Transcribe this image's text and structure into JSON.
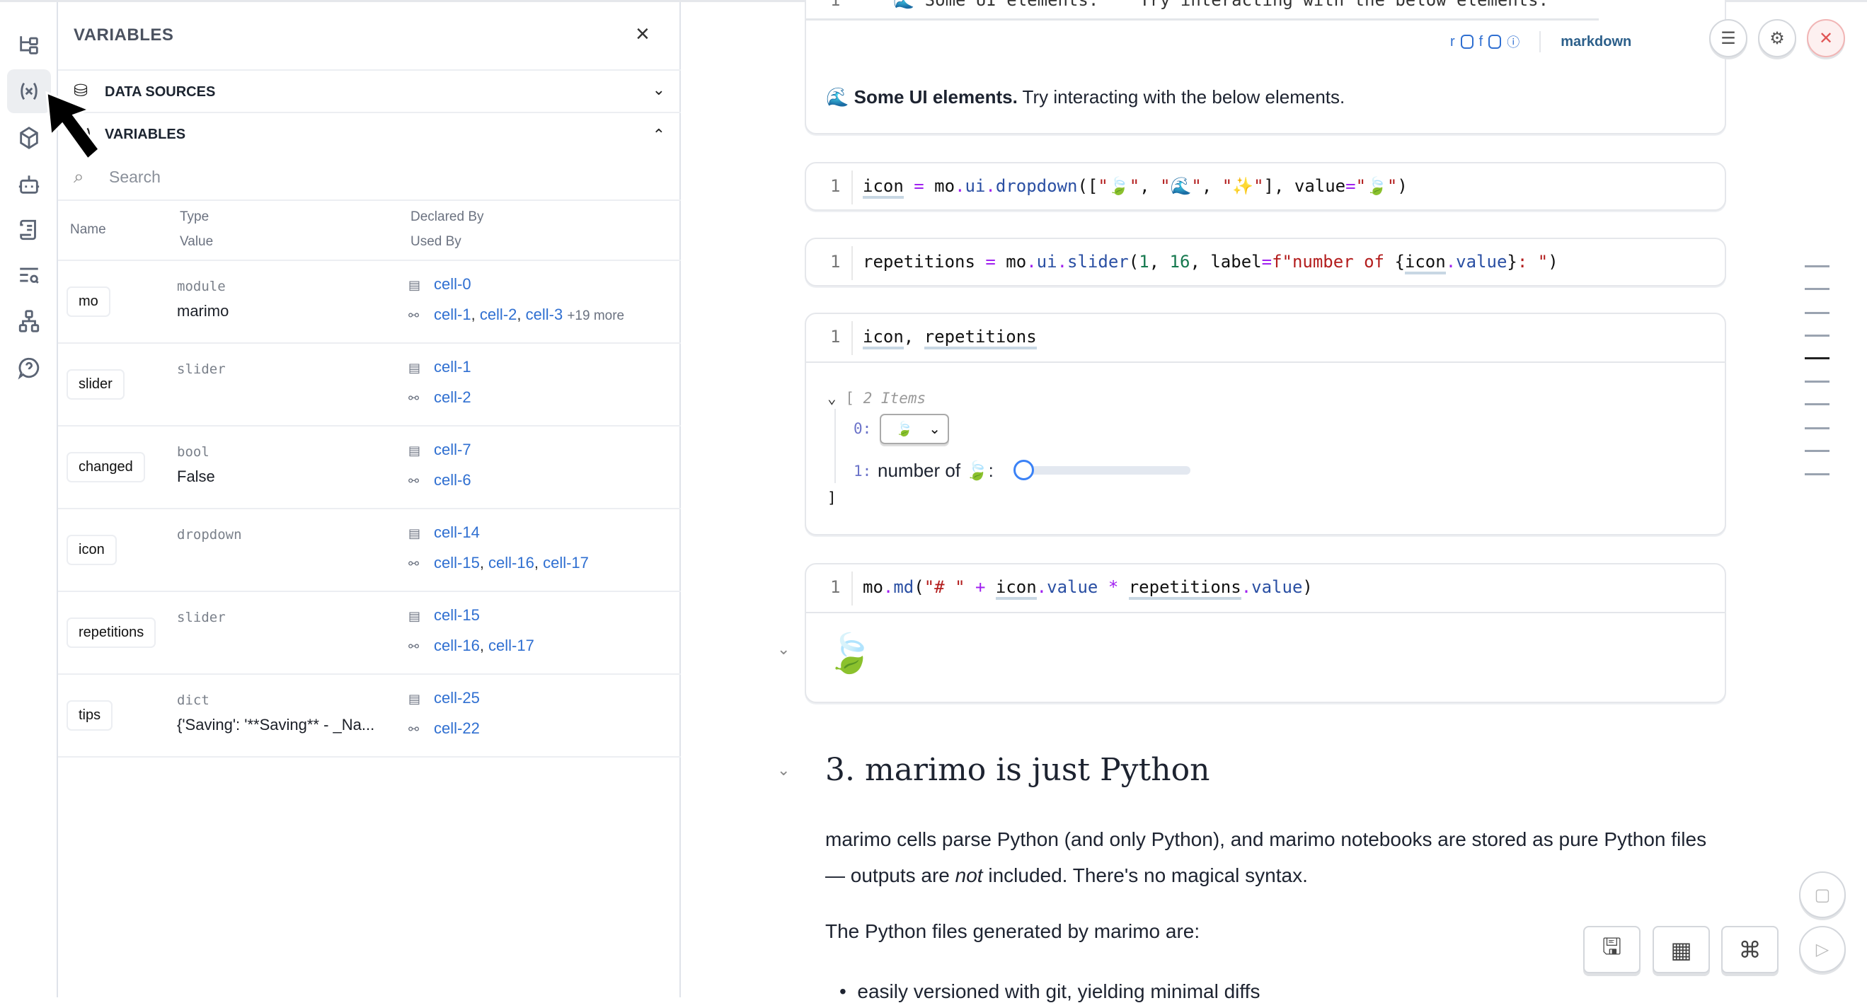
{
  "panel": {
    "title": "VARIABLES",
    "data_sources_label": "DATA SOURCES",
    "variables_label": "VARIABLES",
    "search_placeholder": "Search",
    "columns": {
      "name": "Name",
      "type": "Type",
      "value": "Value",
      "declared_by": "Declared By",
      "used_by": "Used By"
    },
    "rows": [
      {
        "name": "mo",
        "type": "module",
        "value": "marimo",
        "declared_by": [
          "cell-0"
        ],
        "used_by": [
          "cell-1",
          "cell-2",
          "cell-3"
        ],
        "more": "+19 more"
      },
      {
        "name": "slider",
        "type": "slider",
        "value": "",
        "declared_by": [
          "cell-1"
        ],
        "used_by": [
          "cell-2"
        ],
        "more": ""
      },
      {
        "name": "changed",
        "type": "bool",
        "value": "False",
        "declared_by": [
          "cell-7"
        ],
        "used_by": [
          "cell-6"
        ],
        "more": ""
      },
      {
        "name": "icon",
        "type": "dropdown",
        "value": "",
        "declared_by": [
          "cell-14"
        ],
        "used_by": [
          "cell-15",
          "cell-16",
          "cell-17"
        ],
        "more": ""
      },
      {
        "name": "repetitions",
        "type": "slider",
        "value": "",
        "declared_by": [
          "cell-15"
        ],
        "used_by": [
          "cell-16",
          "cell-17"
        ],
        "more": ""
      },
      {
        "name": "tips",
        "type": "dict",
        "value": "{'Saving': '**Saving** - _Na...",
        "declared_by": [
          "cell-25"
        ],
        "used_by": [
          "cell-22"
        ],
        "more": ""
      }
    ]
  },
  "activity_icons": [
    "file-tree-icon",
    "variables-icon",
    "package-icon",
    "ai-bot-icon",
    "logs-scroll-icon",
    "search-list-icon",
    "dependency-graph-icon",
    "help-icon"
  ],
  "notebook": {
    "top_cell": {
      "code_partial": "\"\"\"🌊 Some UI elements.\"\"\" Try interacting with the below elements.",
      "toolbar_flags": [
        "r",
        "f"
      ],
      "language": "markdown",
      "output_bold": "🌊 Some UI elements.",
      "output_rest": " Try interacting with the below elements."
    },
    "cells": [
      {
        "tokens": [
          [
            "icon",
            "ref0"
          ],
          [
            " ",
            ""
          ],
          [
            "=",
            "op"
          ],
          [
            " mo",
            ""
          ],
          [
            ".",
            "op"
          ],
          [
            "ui",
            "attr"
          ],
          [
            ".",
            "op"
          ],
          [
            "dropdown",
            "attr"
          ],
          [
            "([",
            ""
          ],
          [
            "\"🍃\"",
            "str"
          ],
          [
            ", ",
            ""
          ],
          [
            "\"🌊\"",
            "str"
          ],
          [
            ", ",
            ""
          ],
          [
            "\"✨\"",
            "str"
          ],
          [
            "], value",
            ""
          ],
          [
            "=",
            "op"
          ],
          [
            "\"🍃\"",
            "str"
          ],
          [
            ")",
            ""
          ]
        ]
      },
      {
        "tokens": [
          [
            "repetitions",
            ""
          ],
          [
            " ",
            ""
          ],
          [
            "=",
            "op"
          ],
          [
            " mo",
            ""
          ],
          [
            ".",
            "op"
          ],
          [
            "ui",
            "attr"
          ],
          [
            ".",
            "op"
          ],
          [
            "slider",
            "attr"
          ],
          [
            "(",
            ""
          ],
          [
            "1",
            "num"
          ],
          [
            ", ",
            ""
          ],
          [
            "16",
            "num"
          ],
          [
            ", label",
            ""
          ],
          [
            "=",
            "op"
          ],
          [
            "f\"number of ",
            "str"
          ],
          [
            "{",
            ""
          ],
          [
            "icon",
            "ref"
          ],
          [
            ".",
            "op"
          ],
          [
            "value",
            "attr"
          ],
          [
            "}",
            ""
          ],
          [
            ": \"",
            "str"
          ],
          [
            ")",
            ""
          ]
        ]
      },
      {
        "tokens": [
          [
            "icon",
            "ref"
          ],
          [
            ", ",
            ""
          ],
          [
            "repetitions",
            "ref"
          ]
        ]
      },
      {
        "tokens": [
          [
            "mo",
            ""
          ],
          [
            ".",
            "op"
          ],
          [
            "md",
            "attr"
          ],
          [
            "(",
            ""
          ],
          [
            "\"# \"",
            "str"
          ],
          [
            " ",
            ""
          ],
          [
            "+",
            "op"
          ],
          [
            " ",
            ""
          ],
          [
            "icon",
            "ref"
          ],
          [
            ".",
            "op"
          ],
          [
            "value",
            "attr"
          ],
          [
            " ",
            ""
          ],
          [
            "*",
            "op"
          ],
          [
            " ",
            ""
          ],
          [
            "repetitions",
            "ref"
          ],
          [
            ".",
            "op"
          ],
          [
            "value",
            "attr"
          ],
          [
            ")",
            ""
          ]
        ]
      }
    ],
    "line_number": "1",
    "list_output": {
      "open": "[",
      "count": "2 Items",
      "item0_key": "0:",
      "dropdown_value": "🍃",
      "item1_key": "1:",
      "slider_label": "number of 🍃:",
      "slider_value": 1,
      "slider_min": 1,
      "slider_max": 16,
      "close": "]"
    },
    "md_output": "🍃",
    "heading": "3. marimo is just Python",
    "para1a": "marimo cells parse Python (and only Python), and marimo notebooks are stored as pure Python files",
    "para1b_pre": "— outputs are ",
    "para1b_em": "not",
    "para1b_post": " included. There's no magical syntax.",
    "para2": "The Python files generated by marimo are:",
    "bullet1": "easily versioned with git, yielding minimal diffs"
  },
  "colors": {
    "link": "#2f6fd1",
    "accent": "#3b82f6",
    "close_red": "#e05555"
  }
}
